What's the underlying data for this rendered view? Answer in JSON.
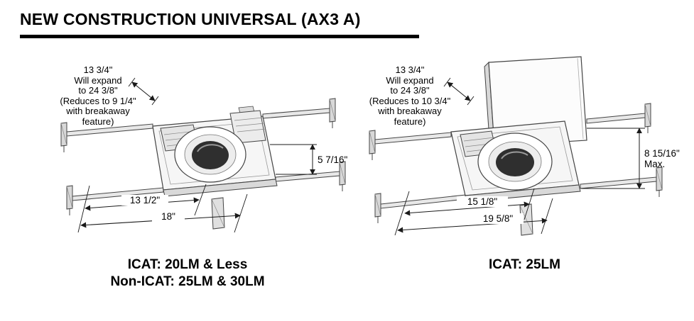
{
  "page": {
    "title": "NEW CONSTRUCTION UNIVERSAL (AX3 A)"
  },
  "figures": [
    {
      "note": [
        "13 3/4\"",
        "Will expand",
        "to 24 3/8\"",
        "(Reduces to 9 1/4\"",
        "with breakaway",
        "feature)"
      ],
      "height": "5 7/16\"",
      "height_suffix": "",
      "inner_width": "13 1/2\"",
      "outer_width": "18\"",
      "caption": [
        "ICAT: 20LM & Less",
        "Non-ICAT: 25LM & 30LM"
      ]
    },
    {
      "note": [
        "13 3/4\"",
        "Will expand",
        "to 24 3/8\"",
        "(Reduces to 10 3/4\"",
        "with breakaway",
        "feature)"
      ],
      "height": "8 15/16\"",
      "height_suffix": "Max.",
      "inner_width": "15 1/8\"",
      "outer_width": "19 5/8\"",
      "caption": [
        "ICAT: 25LM",
        ""
      ]
    }
  ],
  "colors": {
    "ink": "#000000",
    "line": "#444444",
    "lamp": "#2f2f2f"
  }
}
